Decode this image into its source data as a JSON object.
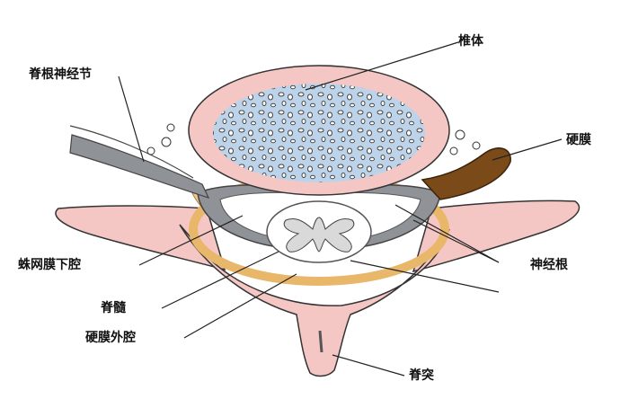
{
  "labels": {
    "vertebral_body": "椎体",
    "dorsal_root_ganglion": "脊根神经节",
    "dura_mater": "硬膜",
    "subarachnoid_space": "蛛网膜下腔",
    "nerve_root": "神经根",
    "spinal_cord": "脊髓",
    "epidural_space": "硬膜外腔",
    "spinous_process": "脊突"
  },
  "colors": {
    "bone": "#f4c7c5",
    "bone_outline": "#333333",
    "marrow": "#bcd3ea",
    "dura": "#7a4a19",
    "epidural_fat": "#f1c98d",
    "membrane_gray": "#8f9297",
    "csf": "#ffffff"
  }
}
